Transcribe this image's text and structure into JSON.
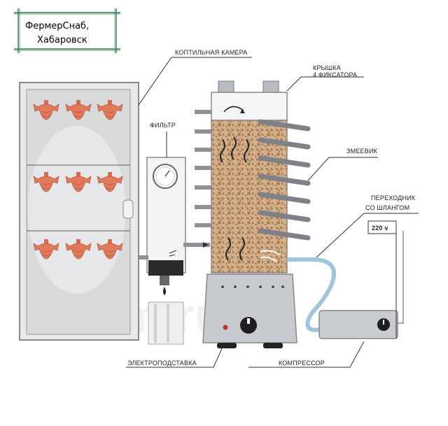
{
  "badge": {
    "line1": "ФермерСнаб,",
    "line2": "Хабаровск"
  },
  "labels": {
    "smoking_chamber": "КОПТИЛЬНАЯ КАМЕРА",
    "lid": "КРЫШКА",
    "latches": "4 ФИКСАТОРА",
    "filter": "ФИЛЬТР",
    "coil": "ЗМЕЕВИК",
    "adapter": "ПЕРЕХОДНИК",
    "with_hose": "СО ШЛАНГОМ",
    "voltage": "220 v",
    "electric_stand": "ЭЛЕКТРОПОДСТАВКА",
    "compressor": "КОМПРЕССОР"
  },
  "watermark": "Farm.ru",
  "colors": {
    "fish": "#e07a5a",
    "wood_chips": "#c9a27a",
    "metal": "#b8bcc2",
    "hose": "#9fc6dc",
    "outline": "#555555"
  }
}
